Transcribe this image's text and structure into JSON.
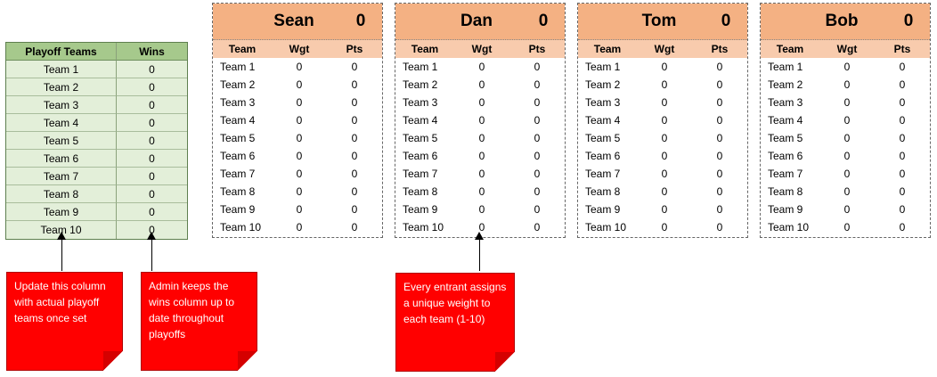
{
  "playoff": {
    "headers": [
      "Playoff Teams",
      "Wins"
    ],
    "rows": [
      {
        "team": "Team 1",
        "wins": "0"
      },
      {
        "team": "Team 2",
        "wins": "0"
      },
      {
        "team": "Team 3",
        "wins": "0"
      },
      {
        "team": "Team 4",
        "wins": "0"
      },
      {
        "team": "Team 5",
        "wins": "0"
      },
      {
        "team": "Team 6",
        "wins": "0"
      },
      {
        "team": "Team 7",
        "wins": "0"
      },
      {
        "team": "Team 8",
        "wins": "0"
      },
      {
        "team": "Team 9",
        "wins": "0"
      },
      {
        "team": "Team 10",
        "wins": "0"
      }
    ]
  },
  "entrant_columns": [
    "Team",
    "Wgt",
    "Pts"
  ],
  "entrants": [
    {
      "name": "Sean",
      "score": "0"
    },
    {
      "name": "Dan",
      "score": "0"
    },
    {
      "name": "Tom",
      "score": "0"
    },
    {
      "name": "Bob",
      "score": "0"
    }
  ],
  "entrant_rows": [
    {
      "team": "Team 1",
      "wgt": "0",
      "pts": "0"
    },
    {
      "team": "Team 2",
      "wgt": "0",
      "pts": "0"
    },
    {
      "team": "Team 3",
      "wgt": "0",
      "pts": "0"
    },
    {
      "team": "Team 4",
      "wgt": "0",
      "pts": "0"
    },
    {
      "team": "Team 5",
      "wgt": "0",
      "pts": "0"
    },
    {
      "team": "Team 6",
      "wgt": "0",
      "pts": "0"
    },
    {
      "team": "Team 7",
      "wgt": "0",
      "pts": "0"
    },
    {
      "team": "Team 8",
      "wgt": "0",
      "pts": "0"
    },
    {
      "team": "Team 9",
      "wgt": "0",
      "pts": "0"
    },
    {
      "team": "Team 10",
      "wgt": "0",
      "pts": "0"
    }
  ],
  "notes": {
    "update_column": "Update this column with actual playoff teams once set",
    "admin_wins": "Admin keeps the wins column up to date throughout playoffs",
    "entrant_weight": "Every entrant assigns a unique weight to each team (1-10)"
  },
  "colors": {
    "playoff_header": "#a6c98c",
    "playoff_body": "#e3efd9",
    "entrant_title": "#f4b183",
    "entrant_cols": "#f8cbad",
    "note": "#ff0000"
  }
}
